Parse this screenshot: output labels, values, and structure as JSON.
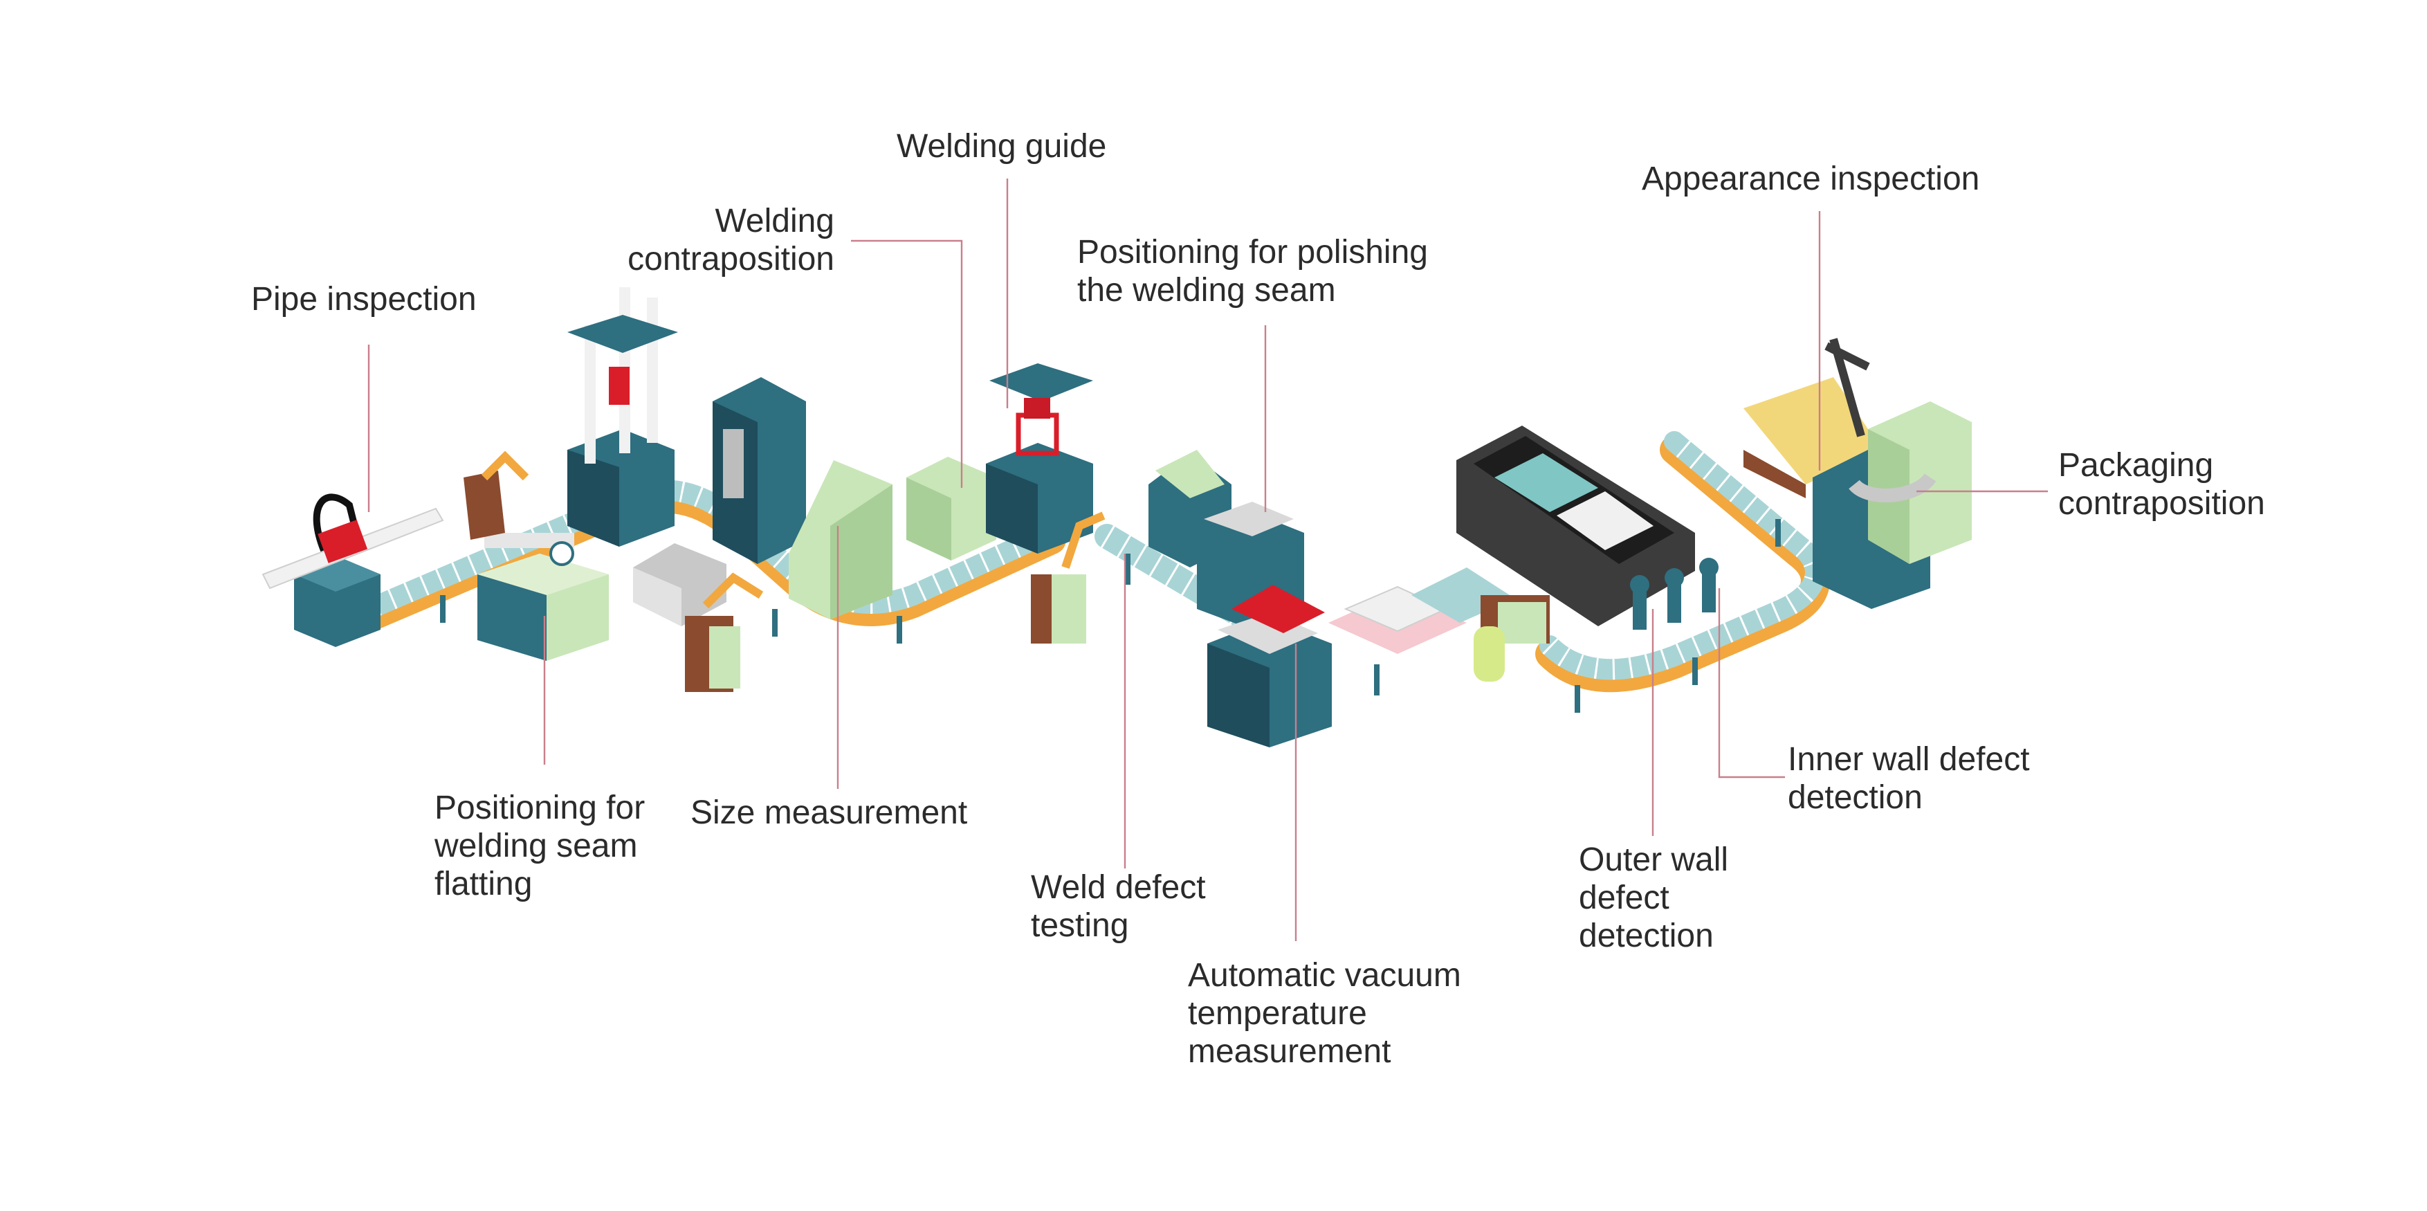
{
  "labels": {
    "pipe_inspection": "Pipe inspection",
    "welding_seam_flatting": "Positioning for\nwelding seam\nflatting",
    "welding_contraposition": "Welding\ncontraposition",
    "size_measurement": "Size measurement",
    "welding_guide": "Welding guide",
    "polishing_positioning": "Positioning for polishing\nthe welding seam",
    "weld_defect_testing": "Weld defect\ntesting",
    "vacuum_temperature": "Automatic vacuum\ntemperature\nmeasurement",
    "appearance_inspection": "Appearance inspection",
    "packaging_contraposition": "Packaging\ncontraposition",
    "inner_wall_detection": "Inner wall defect\ndetection",
    "outer_wall_detection": "Outer wall\ndefect\ndetection"
  },
  "colors": {
    "teal": "#2e6f80",
    "teal_dark": "#1f4d5c",
    "mint": "#c9e6b8",
    "mint_dark": "#a9cf98",
    "belt_blue": "#a9d4d6",
    "belt_orange": "#f2a83e",
    "red": "#d91e2a",
    "yellow": "#f2d77a",
    "brown": "#8a4b2f",
    "pink": "#f5c9cf",
    "leader_line": "#c97f8b",
    "text": "#2b2b2b"
  }
}
